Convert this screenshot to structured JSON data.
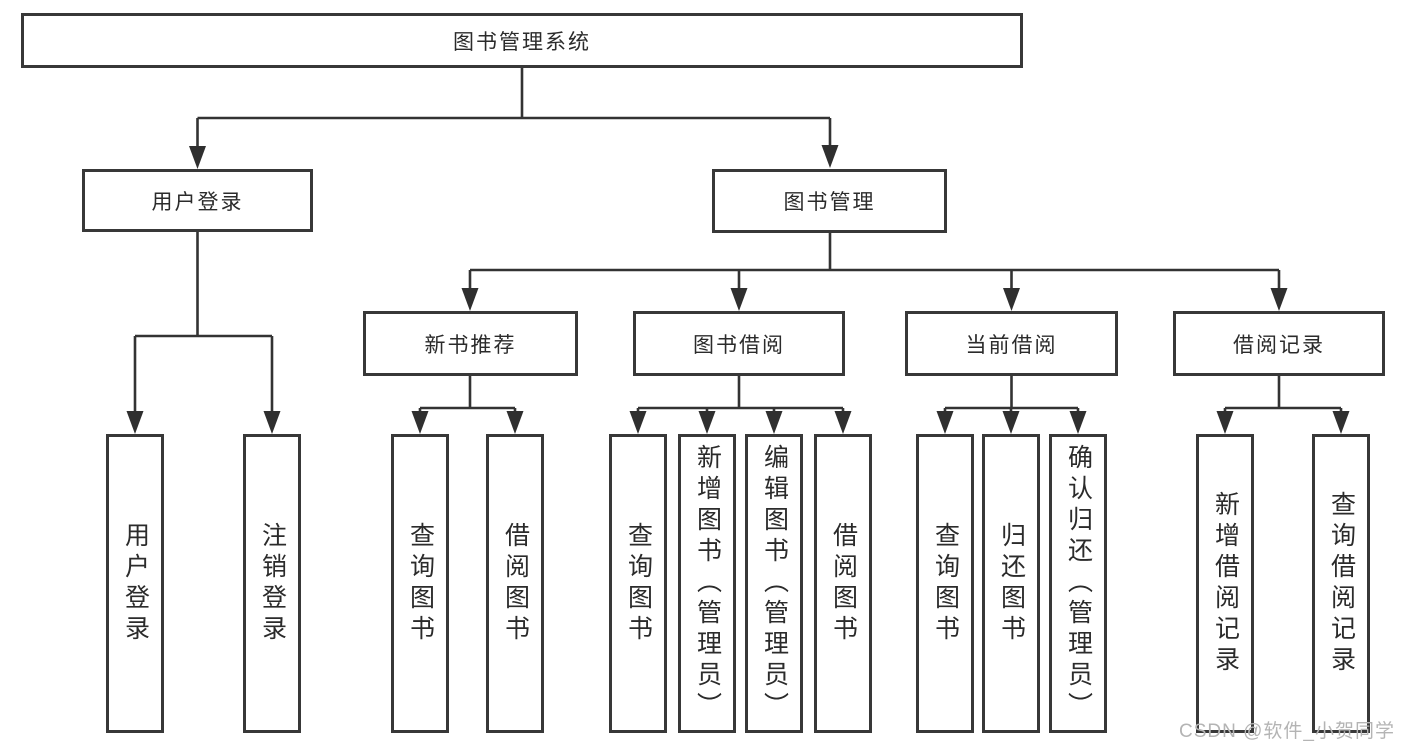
{
  "diagram": {
    "root": {
      "label": "图书管理系统"
    },
    "user_login": {
      "label": "用户登录",
      "children": {
        "login": {
          "label": "用户登录"
        },
        "logout": {
          "label": "注销登录"
        }
      }
    },
    "book_management": {
      "label": "图书管理",
      "sections": {
        "new_book": {
          "label": "新书推荐",
          "children": {
            "query": {
              "label": "查询图书"
            },
            "borrow": {
              "label": "借阅图书"
            }
          }
        },
        "book_borrow": {
          "label": "图书借阅",
          "children": {
            "query": {
              "label": "查询图书"
            },
            "add": {
              "label": "新增图书（管理员）"
            },
            "edit": {
              "label": "编辑图书（管理员）"
            },
            "borrow": {
              "label": "借阅图书"
            }
          }
        },
        "current_borrow": {
          "label": "当前借阅",
          "children": {
            "query": {
              "label": "查询图书"
            },
            "return": {
              "label": "归还图书"
            },
            "confirm_return": {
              "label": "确认归还（管理员）"
            }
          }
        },
        "borrow_record": {
          "label": "借阅记录",
          "children": {
            "add": {
              "label": "新增借阅记录"
            },
            "query": {
              "label": "查询借阅记录"
            }
          }
        }
      }
    }
  },
  "watermark": {
    "text": "CSDN @软件_小贺同学"
  },
  "colors": {
    "background": "#ffffff",
    "box_border": "#383838",
    "connector_line": "#333333",
    "arrowhead": "#2f2f2f",
    "text": "#2b2b2b",
    "watermark": "#b4b4b4"
  }
}
